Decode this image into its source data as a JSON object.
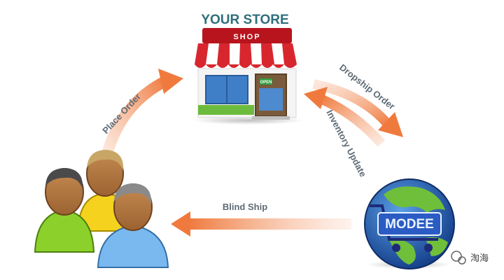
{
  "store": {
    "title": "YOUR STORE",
    "sign": "SHOP",
    "door_sign": "OPEN"
  },
  "flows": {
    "place_order": "Place Order",
    "dropship_order": "Dropship Order",
    "inventory_update": "Inventory Update",
    "blind_ship": "Blind Ship"
  },
  "supplier": {
    "logo_text": "MODEE"
  },
  "watermark": {
    "text": "淘海"
  },
  "colors": {
    "arrow": "#f08a55",
    "awning_red": "#d8262f",
    "title": "#2f6f7b",
    "globe_blue": "#1f4fa3",
    "globe_green": "#6fbf3a"
  }
}
